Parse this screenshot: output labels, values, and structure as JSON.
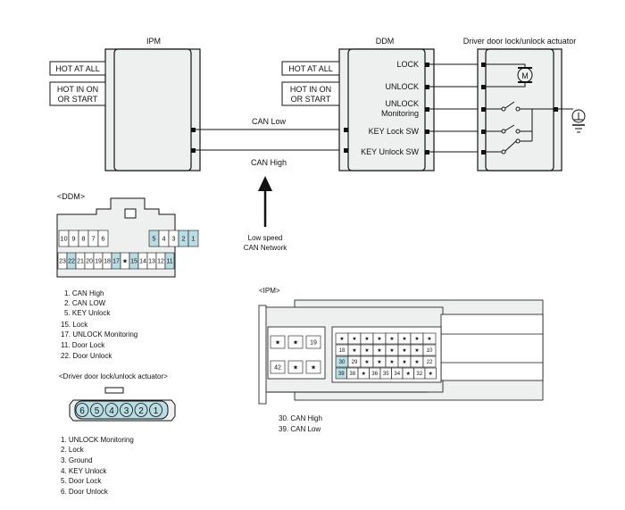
{
  "wiring": {
    "ipm_title": "IPM",
    "ddm_title": "DDM",
    "actuator_title": "Driver door lock/unlock actuator",
    "ipm_inputs": [
      "HOT AT ALL",
      "HOT IN ON",
      "OR START"
    ],
    "ddm_inputs": [
      "HOT AT ALL",
      "HOT IN ON",
      "OR START"
    ],
    "ddm_pins": [
      "LOCK",
      "UNLOCK",
      "UNLOCK",
      "Monitoring",
      "KEY Lock  SW",
      "KEY Unlock SW"
    ],
    "can_low": "CAN Low",
    "can_high": "CAN High",
    "motor_symbol": "M",
    "network_note": [
      "Low speed",
      "CAN Network"
    ]
  },
  "ddm_connector": {
    "label": "<DDM>",
    "row1": [
      "10",
      "9",
      "8",
      "7",
      "6",
      "",
      "",
      "5",
      "4",
      "3",
      "2",
      "1"
    ],
    "row2": [
      "23",
      "22",
      "21",
      "20",
      "19",
      "18",
      "17",
      "★",
      "15",
      "14",
      "13",
      "12",
      "11"
    ],
    "legend": [
      "1. CAN High",
      "2. CAN LOW",
      "5. KEY Unlock",
      "15. Lock",
      "17. UNLOCK Monitoring",
      "11. Door Lock",
      "22. Door Unlock"
    ]
  },
  "actuator_connector": {
    "label": "<Driver door lock/unlock actuator>",
    "pins": [
      "6",
      "5",
      "4",
      "3",
      "2",
      "1"
    ],
    "legend": [
      "1. UNLOCK Monitoring",
      "2. Lock",
      "3. Ground",
      "4. KEY Unlock",
      "5. Door Lock",
      "6. Door Unlock"
    ]
  },
  "ipm_connector": {
    "label": "<IPM>",
    "small_row1": [
      "★",
      "★",
      "19"
    ],
    "small_row2": [
      "42",
      "★",
      "★"
    ],
    "row1": [
      "★",
      "★",
      "★",
      "★",
      "★",
      "★",
      "★",
      "★"
    ],
    "row2": [
      "18",
      "★",
      "★",
      "★",
      "★",
      "★",
      "★",
      "10"
    ],
    "row3": [
      "30",
      "29",
      "★",
      "★",
      "★",
      "★",
      "★",
      "22"
    ],
    "row4": [
      "39",
      "38",
      "★",
      "36",
      "35",
      "34",
      "★",
      "32",
      "★"
    ],
    "legend": [
      "30. CAN High",
      "39. CAN Low"
    ]
  },
  "colors": {
    "highlight": "#b8dde4",
    "body": "#eef0f0",
    "outline": "#111111"
  }
}
